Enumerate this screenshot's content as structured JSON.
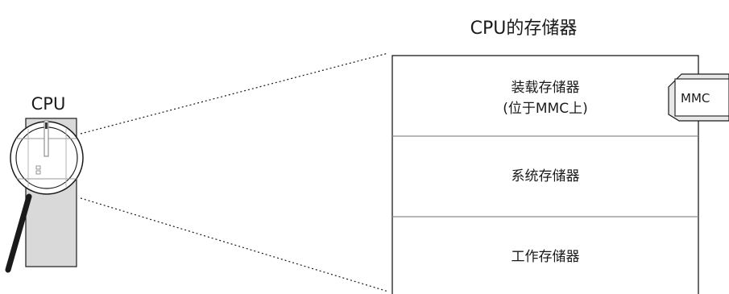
{
  "title": "CPU的存储器",
  "cpu_label": "CPU",
  "sections": [
    {
      "line1": "装载存储器",
      "line2": "(位于MMC上)"
    },
    {
      "line1": "系统存储器"
    },
    {
      "line1": "工作存储器"
    }
  ],
  "mmc_label": "MMC",
  "colors": {
    "cpu_body": "#d9d9d9",
    "line": "#1a1a1a",
    "divider": "#8c8c8c"
  },
  "icons": [
    "magnifying-glass-icon"
  ]
}
